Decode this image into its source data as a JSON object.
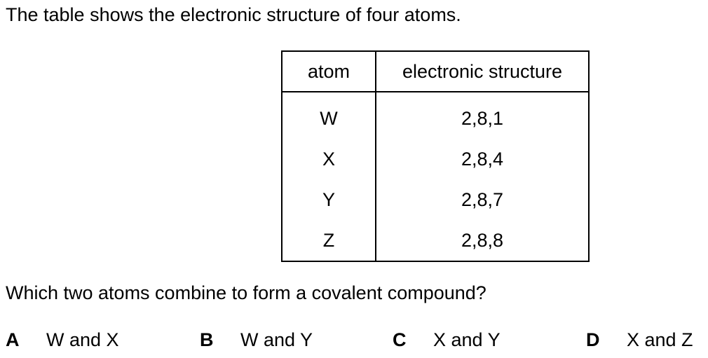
{
  "intro_text": "The table shows the electronic structure of four atoms.",
  "table": {
    "headers": [
      "atom",
      "electronic structure"
    ],
    "rows": [
      {
        "atom": "W",
        "structure": "2,8,1"
      },
      {
        "atom": "X",
        "structure": "2,8,4"
      },
      {
        "atom": "Y",
        "structure": "2,8,7"
      },
      {
        "atom": "Z",
        "structure": "2,8,8"
      }
    ]
  },
  "question": "Which two atoms combine to form a covalent compound?",
  "options": [
    {
      "letter": "A",
      "text": "W and X"
    },
    {
      "letter": "B",
      "text": "W and Y"
    },
    {
      "letter": "C",
      "text": "X and Y"
    },
    {
      "letter": "D",
      "text": "X and Z"
    }
  ]
}
